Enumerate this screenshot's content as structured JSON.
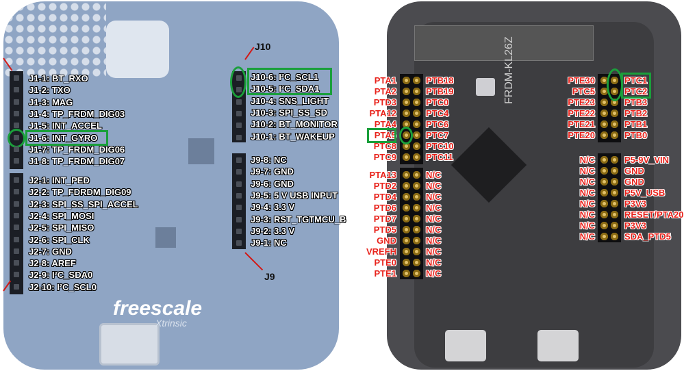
{
  "colors": {
    "highlight": "#1a9f3b",
    "pin_label_red": "#e8231c",
    "arrow": "#d21a17"
  },
  "left_board": {
    "logo": "freescale",
    "logo_sub": "Xtrinsic",
    "j1": [
      "J1-1: BT_RXO",
      "J1-2: TXO",
      "J1-3: MAG",
      "J1-4: TP_FRDM_DIG03",
      "J1-5: INT_ACCEL",
      "J1-6: INT_GYRO",
      "J1-7: TP_FRDM_DIG06",
      "J1-8: TP_FRDM_DIG07"
    ],
    "j2": [
      "J2-1: INT_PED",
      "J2-2: TP_FDRDM_DIG09",
      "J2-3: SPI_SS_SPI_ACCEL",
      "J2-4: SPI_MOSI",
      "J2-5: SPI_MISO",
      "J2-6: SPI_CLK",
      "J2-7: GND",
      "J2-8: AREF",
      "J2-9: I²C_SDA0",
      "J2-10: I²C_SCL0"
    ],
    "j10": [
      "J10-6: I²C_SCL1",
      "J10-5: I²C_SDA1",
      "J10-4: SNS_LIGHT",
      "J10-3: SPI_SS_SD",
      "J10-2: BT_MONITOR",
      "J10-1: BT_WAKEUP"
    ],
    "j9": [
      "J9-8: NC",
      "J9-7: GND",
      "J9-6: GND",
      "J9-5: 5 V USB INPUT",
      "J9-4: 3.3 V",
      "J9-3: RST_TGTMCU_B",
      "J9-2: 3.3 V",
      "J9-1: NC"
    ],
    "j10_label": "J10",
    "j9_label": "J9"
  },
  "right_board": {
    "title": "FRDM-KL26Z",
    "left_outer": [
      "PTA1",
      "PTA2",
      "PTD3",
      "PTA12",
      "PTA4",
      "PTA5",
      "PTC8",
      "PTC9"
    ],
    "left_inner": [
      "PTB18",
      "PTB19",
      "PTC0",
      "PTC4",
      "PTC6",
      "PTC7",
      "PTC10",
      "PTC11"
    ],
    "left_outer2": [
      "PTA13",
      "PTD2",
      "PTD4",
      "PTD6",
      "PTD7",
      "PTD5",
      "GND",
      "VREFH",
      "PTE0",
      "PTE1"
    ],
    "left_inner2": [
      "N/C",
      "N/C",
      "N/C",
      "N/C",
      "N/C",
      "N/C",
      "N/C",
      "N/C",
      "N/C",
      "N/C"
    ],
    "right_inner": [
      "PTE30",
      "PTC5",
      "PTE23",
      "PTE22",
      "PTE21",
      "PTE20"
    ],
    "right_outer": [
      "PTC1",
      "PTC2",
      "PTB3",
      "PTB2",
      "PTB1",
      "PTB0"
    ],
    "right_inner2": [
      "N/C",
      "N/C",
      "N/C",
      "N/C",
      "N/C",
      "N/C",
      "N/C",
      "N/C"
    ],
    "right_outer2": [
      "P5-9V_VIN",
      "GND",
      "GND",
      "P5V_USB",
      "P3V3",
      "RESET/PTA20",
      "P3V3",
      "SDA_PTD5"
    ]
  }
}
